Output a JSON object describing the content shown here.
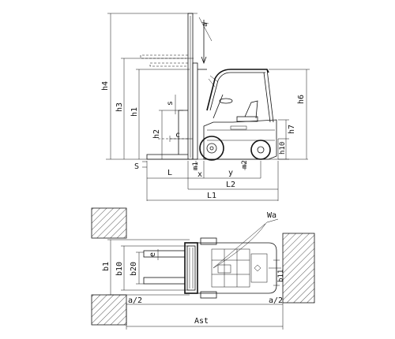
{
  "labels": {
    "h4": "h4",
    "h3": "h3",
    "h1": "h1",
    "h2": "h2",
    "s": "s",
    "c": "c",
    "a": "a",
    "S": "S",
    "L": "L",
    "m1": "m1",
    "x": "x",
    "y": "y",
    "m2": "m2",
    "L2": "L2",
    "L1": "L1",
    "h6": "h6",
    "h7": "h7",
    "h10": "h10",
    "Wa": "Wa",
    "b1": "b1",
    "b10": "b10",
    "b20": "b20",
    "e": "e",
    "b11": "b11",
    "a2_left": "a/2",
    "a2_right": "a/2",
    "Ast": "Ast"
  }
}
